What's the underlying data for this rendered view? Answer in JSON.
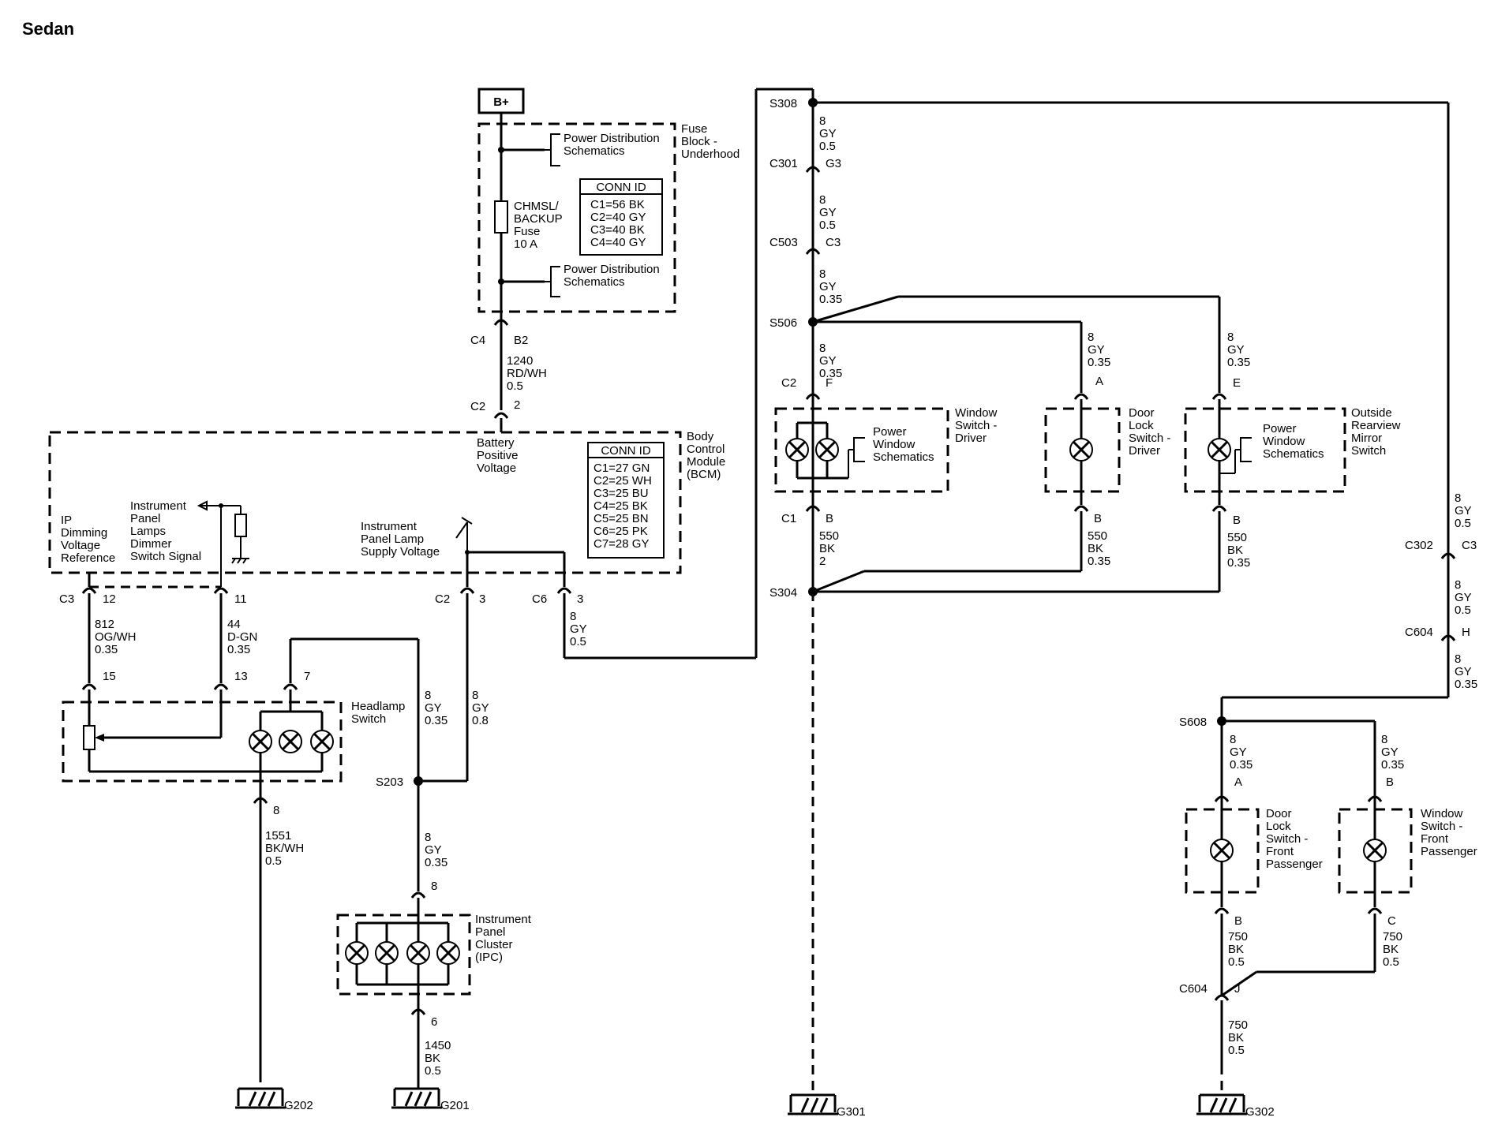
{
  "title": "Sedan",
  "b_plus": "B+",
  "fuse_block": {
    "name": [
      "Fuse",
      "Block -",
      "Underhood"
    ],
    "pds_top": [
      "Power Distribution",
      "Schematics"
    ],
    "pds_bottom": [
      "Power Distribution",
      "Schematics"
    ],
    "fuse": [
      "CHMSL/",
      "BACKUP",
      "Fuse",
      "10 A"
    ],
    "conn_id_header": "CONN ID",
    "conn_id": [
      "C1=56 BK",
      "C2=40 GY",
      "C3=40 BK",
      "C4=40 GY"
    ]
  },
  "c4": "C4",
  "b2": "B2",
  "wire_1240": [
    "1240",
    "RD/WH",
    "0.5"
  ],
  "c2_top": "C2",
  "c2_top_pin": "2",
  "bcm": {
    "name": [
      "Body",
      "Control",
      "Module",
      "(BCM)"
    ],
    "battery": [
      "Battery",
      "Positive",
      "Voltage"
    ],
    "conn_id_header": "CONN ID",
    "conn_id": [
      "C1=27 GN",
      "C2=25 WH",
      "C3=25 BU",
      "C4=25 BK",
      "C5=25 BN",
      "C6=25 PK",
      "C7=28 GY"
    ],
    "ip_dimming": [
      "IP",
      "Dimming",
      "Voltage",
      "Reference"
    ],
    "dimmer_signal": [
      "Instrument",
      "Panel",
      "Lamps",
      "Dimmer",
      "Switch Signal"
    ],
    "lamp_supply": [
      "Instrument",
      "Panel Lamp",
      "Supply Voltage"
    ]
  },
  "c3": "C3",
  "pin12": "12",
  "pin11": "11",
  "c2_mid": "C2",
  "pin3a": "3",
  "c6": "C6",
  "pin3b": "3",
  "wire_812": [
    "812",
    "OG/WH",
    "0.35"
  ],
  "wire_44": [
    "44",
    "D-GN",
    "0.35"
  ],
  "wire_8_c6": [
    "8",
    "GY",
    "0.5"
  ],
  "pin15": "15",
  "pin13": "13",
  "pin7": "7",
  "headlamp_switch": [
    "Headlamp",
    "Switch"
  ],
  "wire_8_035": [
    "8",
    "GY",
    "0.35"
  ],
  "wire_8_08": [
    "8",
    "GY",
    "0.8"
  ],
  "s203": "S203",
  "pin8_hl": "8",
  "wire_1551": [
    "1551",
    "BK/WH",
    "0.5"
  ],
  "wire_8_s203": [
    "8",
    "GY",
    "0.35"
  ],
  "pin8_ipc": "8",
  "ipc": [
    "Instrument",
    "Panel",
    "Cluster",
    "(IPC)"
  ],
  "pin6": "6",
  "wire_1450": [
    "1450",
    "BK",
    "0.5"
  ],
  "g202": "G202",
  "g201": "G201",
  "g301": "G301",
  "g302": "G302",
  "s308": "S308",
  "wire_s308": [
    "8",
    "GY",
    "0.5"
  ],
  "c301": "C301",
  "g3": "G3",
  "wire_c301": [
    "8",
    "GY",
    "0.5"
  ],
  "c503": "C503",
  "c3_503": "C3",
  "wire_c503": [
    "8",
    "GY",
    "0.35"
  ],
  "s506": "S506",
  "wire_s506": [
    "8",
    "GY",
    "0.35"
  ],
  "c2_ws": "C2",
  "f": "F",
  "wire_door_a": [
    "8",
    "GY",
    "0.35"
  ],
  "a_door": "A",
  "wire_mirror_e": [
    "8",
    "GY",
    "0.35"
  ],
  "e_mirror": "E",
  "window_switch_driver": [
    "Window",
    "Switch -",
    "Driver"
  ],
  "pw_schem_1": [
    "Power",
    "Window",
    "Schematics"
  ],
  "door_lock_driver": [
    "Door",
    "Lock",
    "Switch -",
    "Driver"
  ],
  "pw_schem_2": [
    "Power",
    "Window",
    "Schematics"
  ],
  "mirror_switch": [
    "Outside",
    "Rearview",
    "Mirror",
    "Switch"
  ],
  "c1": "C1",
  "b_ws": "B",
  "wire_550a": [
    "550",
    "BK",
    "2"
  ],
  "b_door": "B",
  "wire_550b": [
    "550",
    "BK",
    "0.35"
  ],
  "b_mirror": "B",
  "wire_550c": [
    "550",
    "BK",
    "0.35"
  ],
  "s304": "S304",
  "wire_right_top": [
    "8",
    "GY",
    "0.5"
  ],
  "c302": "C302",
  "c3_302": "C3",
  "wire_c302": [
    "8",
    "GY",
    "0.5"
  ],
  "c604_top": "C604",
  "h": "H",
  "wire_c604": [
    "8",
    "GY",
    "0.35"
  ],
  "s608": "S608",
  "wire_s608_a": [
    "8",
    "GY",
    "0.35"
  ],
  "a_fp": "A",
  "wire_s608_b": [
    "8",
    "GY",
    "0.35"
  ],
  "b_fp": "B",
  "door_lock_fp": [
    "Door",
    "Lock",
    "Switch -",
    "Front",
    "Passenger"
  ],
  "window_fp": [
    "Window",
    "Switch -",
    "Front",
    "Passenger"
  ],
  "b_fp_bot": "B",
  "wire_750a": [
    "750",
    "BK",
    "0.5"
  ],
  "c_fp_bot": "C",
  "wire_750b": [
    "750",
    "BK",
    "0.5"
  ],
  "c604_bot": "C604",
  "j": "J",
  "wire_750c": [
    "750",
    "BK",
    "0.5"
  ]
}
